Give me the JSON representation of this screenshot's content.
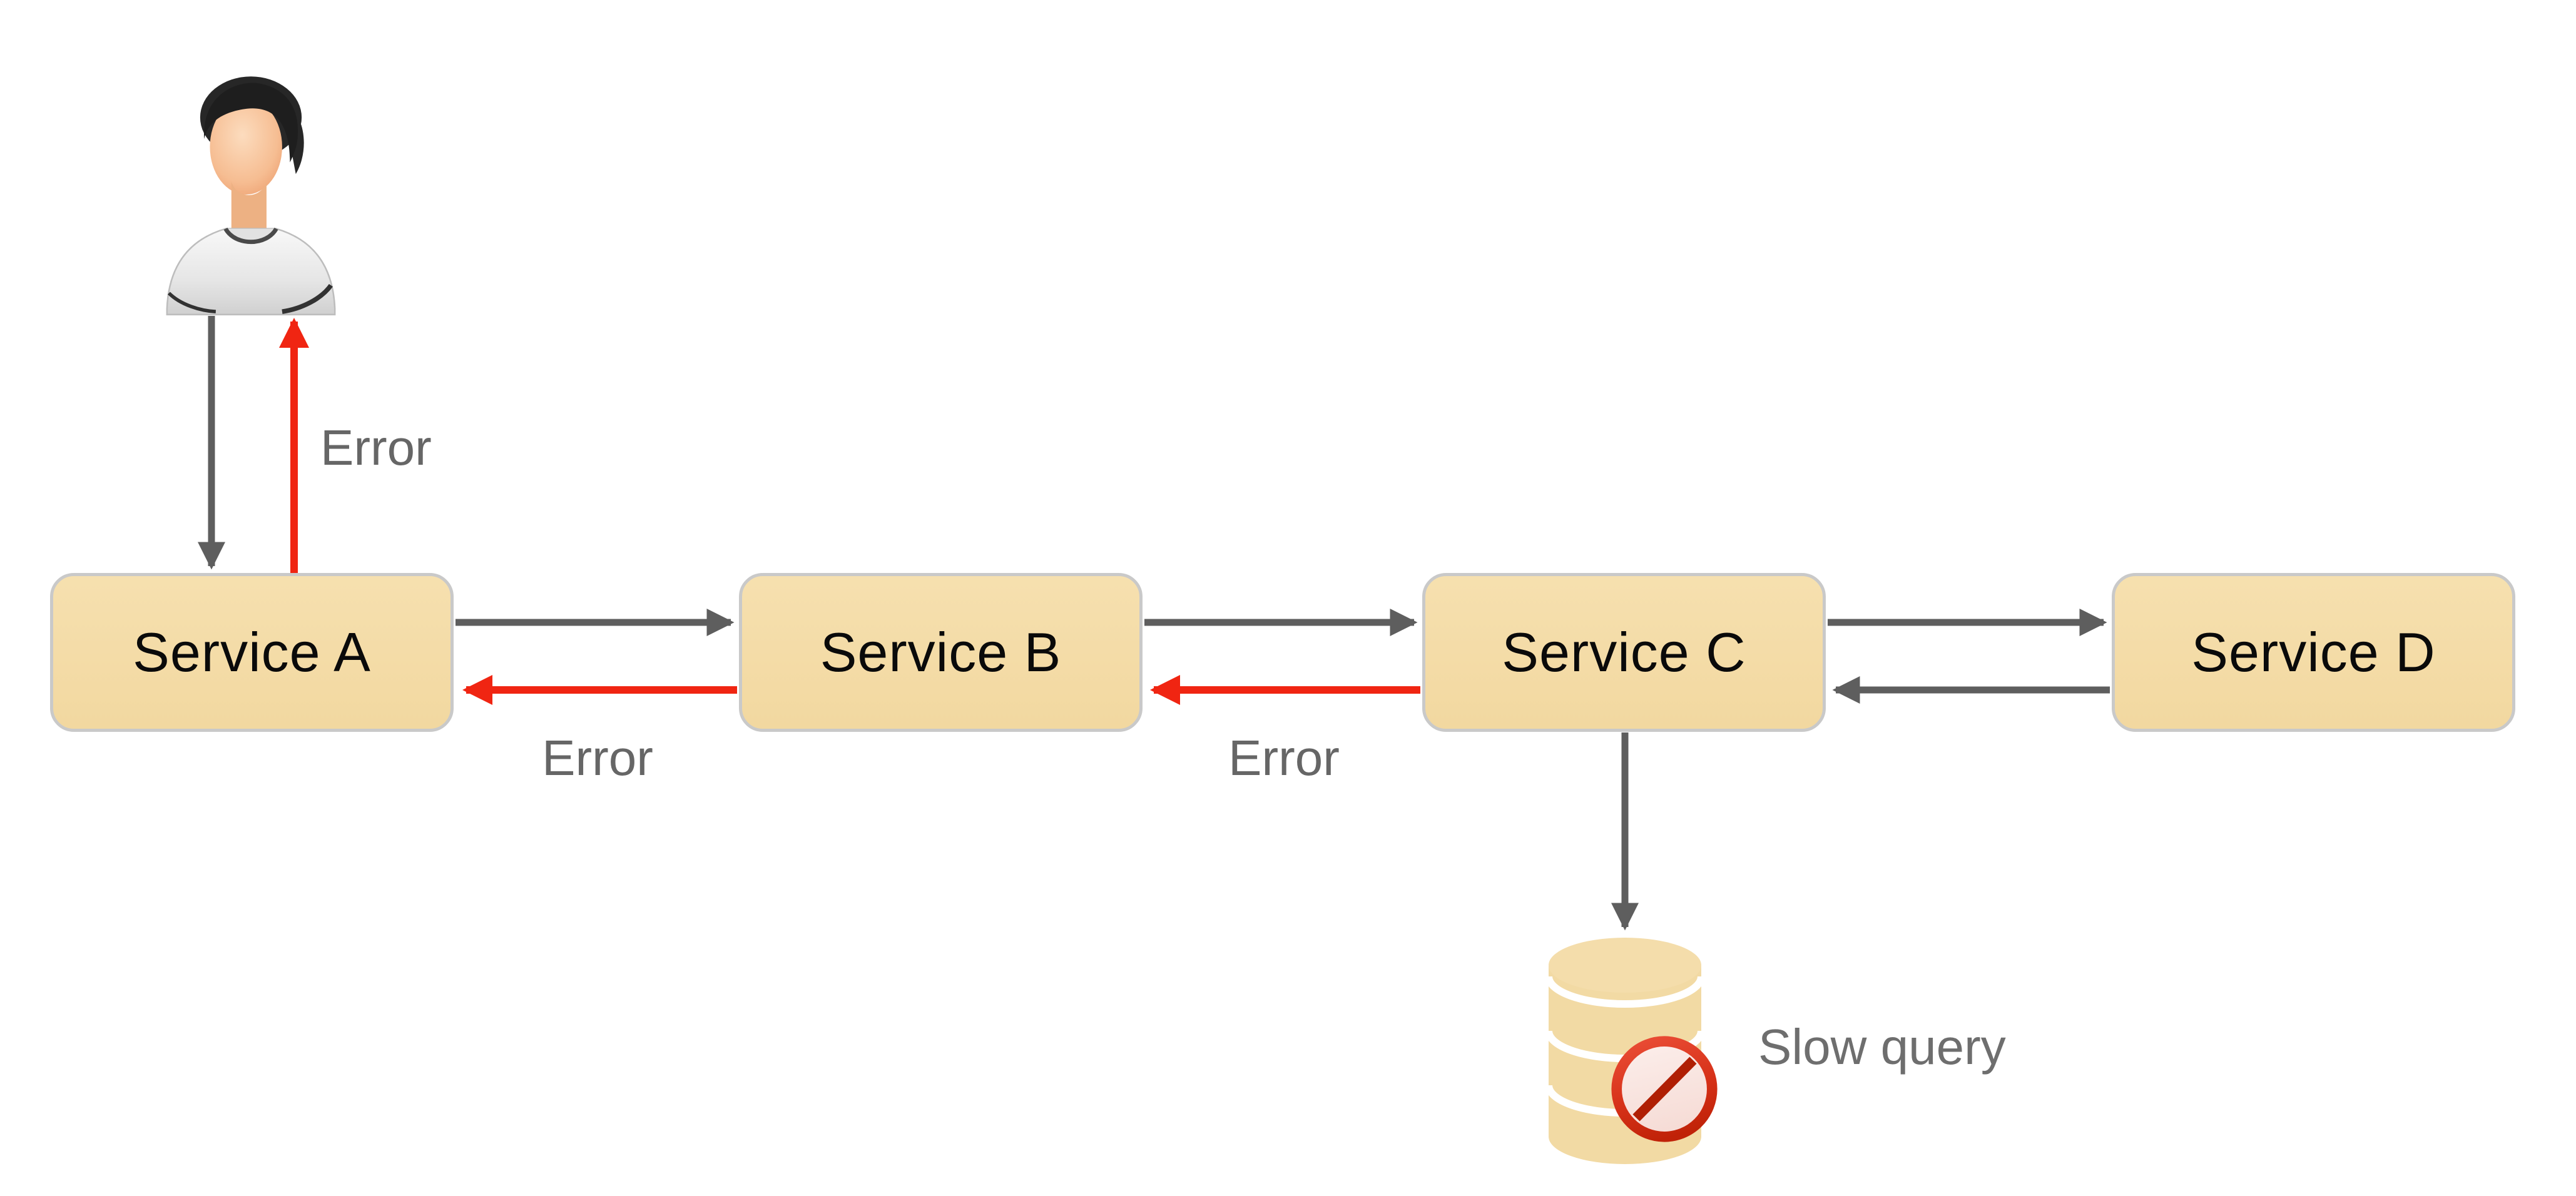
{
  "diagram": {
    "kind": "service-error-flow",
    "nodes": [
      {
        "id": "service-a",
        "label": "Service A"
      },
      {
        "id": "service-b",
        "label": "Service B"
      },
      {
        "id": "service-c",
        "label": "Service C"
      },
      {
        "id": "service-d",
        "label": "Service D"
      }
    ],
    "actor": {
      "icon": "user-icon"
    },
    "database": {
      "icon": "database-cylinder-icon",
      "badge_icon": "blocked-sign-icon",
      "annotation": "Slow query"
    },
    "edges": [
      {
        "from": "user",
        "to": "service-a",
        "kind": "request",
        "color": "gray"
      },
      {
        "from": "service-a",
        "to": "user",
        "kind": "error",
        "color": "red",
        "label": "Error"
      },
      {
        "from": "service-a",
        "to": "service-b",
        "kind": "request",
        "color": "gray"
      },
      {
        "from": "service-b",
        "to": "service-a",
        "kind": "error",
        "color": "red",
        "label": "Error"
      },
      {
        "from": "service-b",
        "to": "service-c",
        "kind": "request",
        "color": "gray"
      },
      {
        "from": "service-c",
        "to": "service-b",
        "kind": "error",
        "color": "red",
        "label": "Error"
      },
      {
        "from": "service-c",
        "to": "service-d",
        "kind": "request",
        "color": "gray"
      },
      {
        "from": "service-d",
        "to": "service-c",
        "kind": "response",
        "color": "gray"
      },
      {
        "from": "service-c",
        "to": "database",
        "kind": "query",
        "color": "gray"
      }
    ],
    "colors": {
      "background": "#FFFFFF",
      "node_fill": "#F3DAA5",
      "node_border": "#C9C9C9",
      "node_text": "#0A0A0A",
      "arrow_gray": "#5E5E5E",
      "arrow_red": "#F02512",
      "edge_label_text": "#666666",
      "annotation_text": "#6E6E6E",
      "prohibition_ring": "#C62B14",
      "prohibition_slash": "#B01F04",
      "database_fill": "#F2DAA4"
    }
  }
}
